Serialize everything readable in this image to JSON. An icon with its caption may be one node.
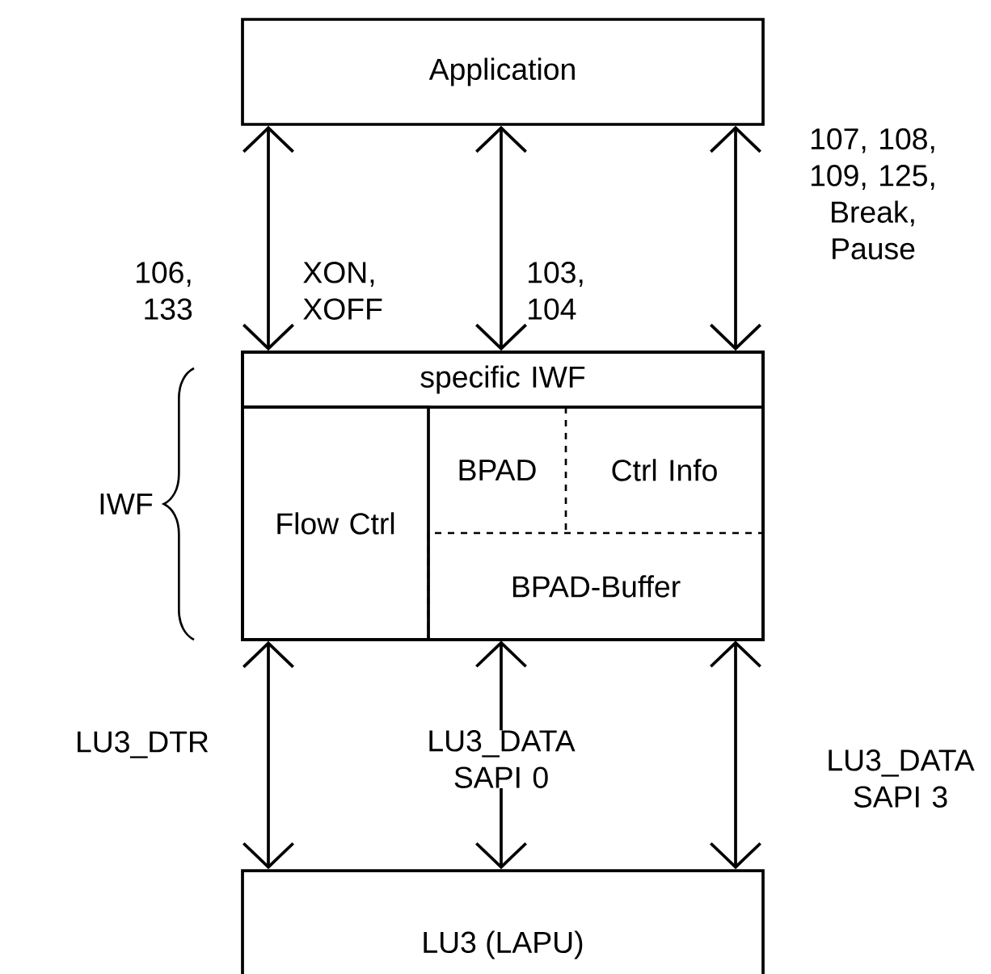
{
  "diagram": {
    "nodes": [
      {
        "text": [
          "Application"
        ]
      },
      {
        "text": [],
        "shape": "box",
        "beside": [
          "IWF"
        ]
      },
      {
        "text": [
          "specific IWF"
        ],
        "in": 1
      },
      {
        "text": [
          "Flow Ctrl"
        ],
        "in": 1
      },
      {
        "text": [
          "BPAD"
        ],
        "in": 1
      },
      {
        "text": [
          "Ctrl Info"
        ],
        "in": 1
      },
      {
        "text": [
          "BPAD-Buffer"
        ],
        "in": 1
      },
      {
        "text": [
          "LU3 (LAPU)"
        ]
      }
    ],
    "edges": [
      {
        "from": 2,
        "to": 0,
        "arrow": "both",
        "label": "106, 133"
      },
      {
        "from": 2,
        "to": 0,
        "arrow": "both",
        "label": "103, 104"
      },
      {
        "from": 2,
        "to": 0,
        "arrow": "both",
        "label": "107, 108, 109, 125, Break, Pause"
      },
      {
        "from": 3,
        "to": 7,
        "arrow": "both",
        "label": "LU3_DTR"
      },
      {
        "from": 6,
        "to": 7,
        "arrow": "both",
        "label": "LU3_DATA SAPI 0"
      },
      {
        "from": 6,
        "to": 7,
        "arrow": "both",
        "label": "LU3_DATA SAPI 3"
      }
    ],
    "labels": [
      "XON, XOFF"
    ]
  }
}
